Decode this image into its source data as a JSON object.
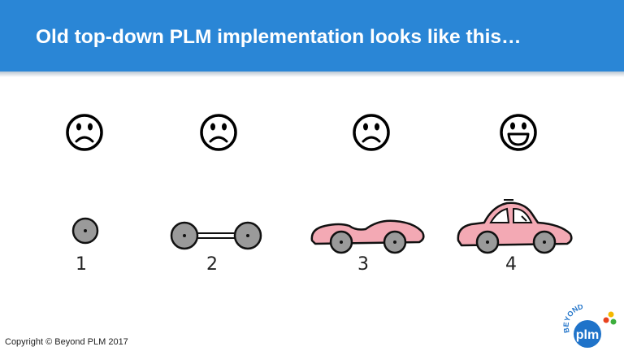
{
  "header": {
    "title": "Old top-down PLM implementation looks like this…"
  },
  "stages": [
    {
      "number": "1",
      "face": "sad-face-icon",
      "vehicle": "single-wheel-icon"
    },
    {
      "number": "2",
      "face": "sad-face-icon",
      "vehicle": "axle-wheels-icon"
    },
    {
      "number": "3",
      "face": "sad-face-icon",
      "vehicle": "car-body-icon"
    },
    {
      "number": "4",
      "face": "happy-face-icon",
      "vehicle": "complete-car-icon"
    }
  ],
  "footer": {
    "copyright": "Copyright © Beyond PLM 2017"
  },
  "logo": {
    "top_text": "BEYOND",
    "main_text": "plm"
  },
  "colors": {
    "header_bg": "#2a86d6",
    "car_body": "#f3a9b4",
    "wheel": "#9a9a9a",
    "logo_blue": "#1f73c9",
    "logo_dots": [
      "#e8421f",
      "#f5b800",
      "#3cae3c"
    ]
  }
}
